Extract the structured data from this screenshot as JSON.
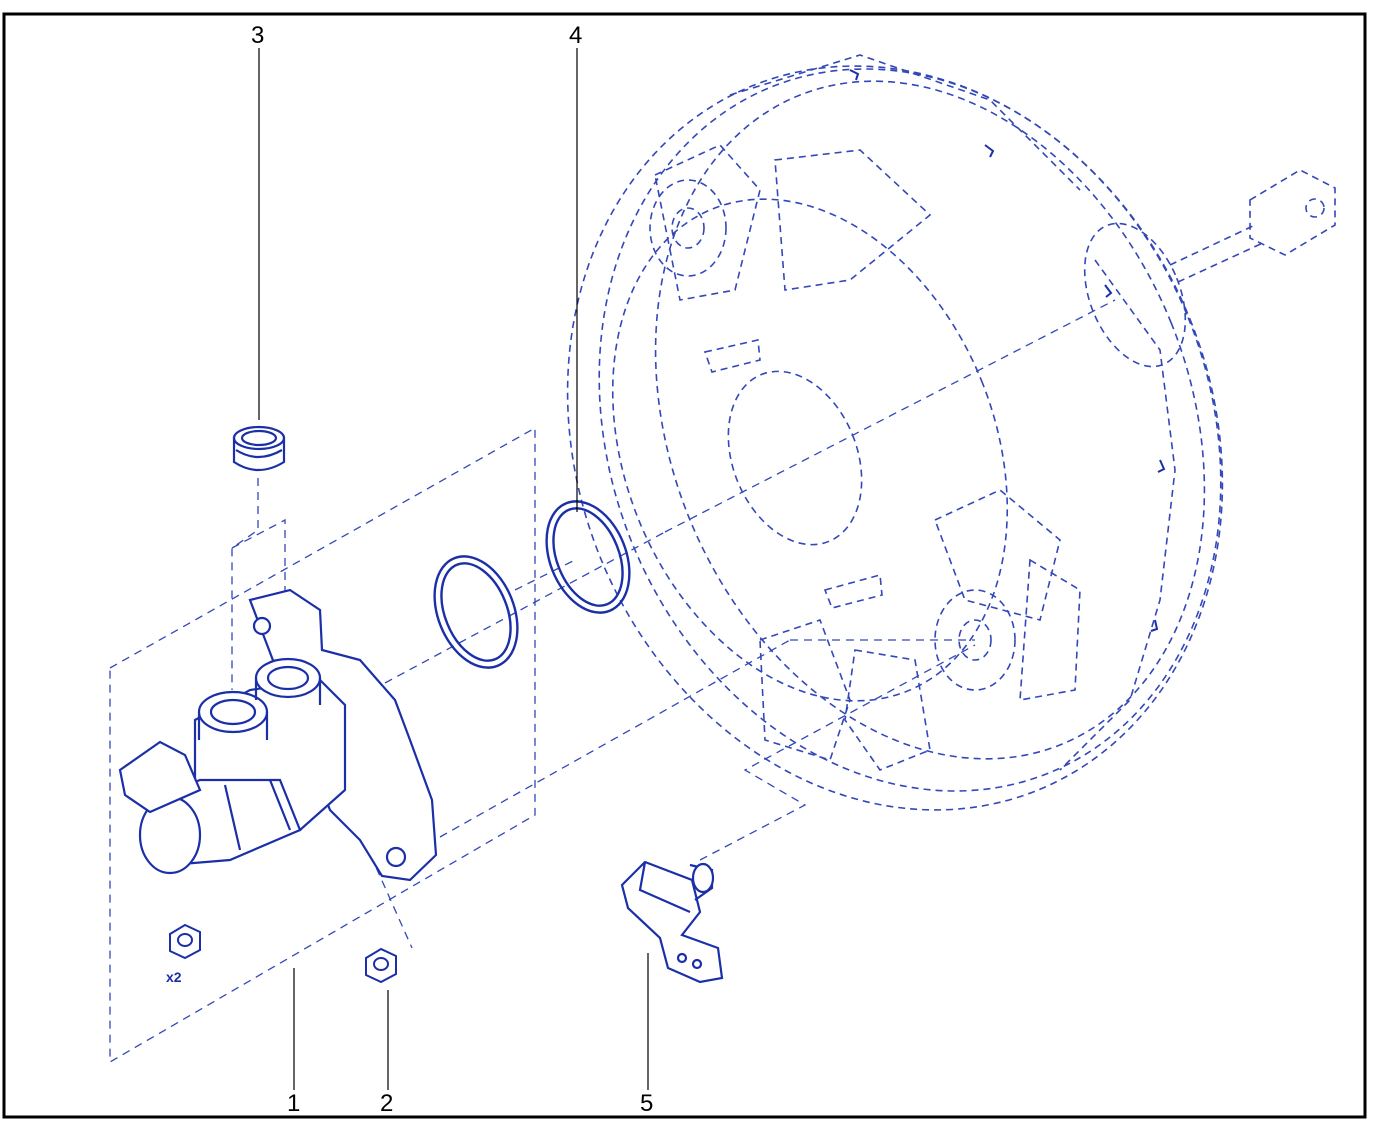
{
  "callouts": {
    "part_1": "1",
    "part_2": "2",
    "part_3": "3",
    "part_4": "4",
    "part_5": "5"
  },
  "quantity_note": "x2",
  "colors": {
    "line_art": "#1a2fa8",
    "hidden_lines": "#3348b8",
    "frame": "#000000",
    "leader": "#000000"
  }
}
